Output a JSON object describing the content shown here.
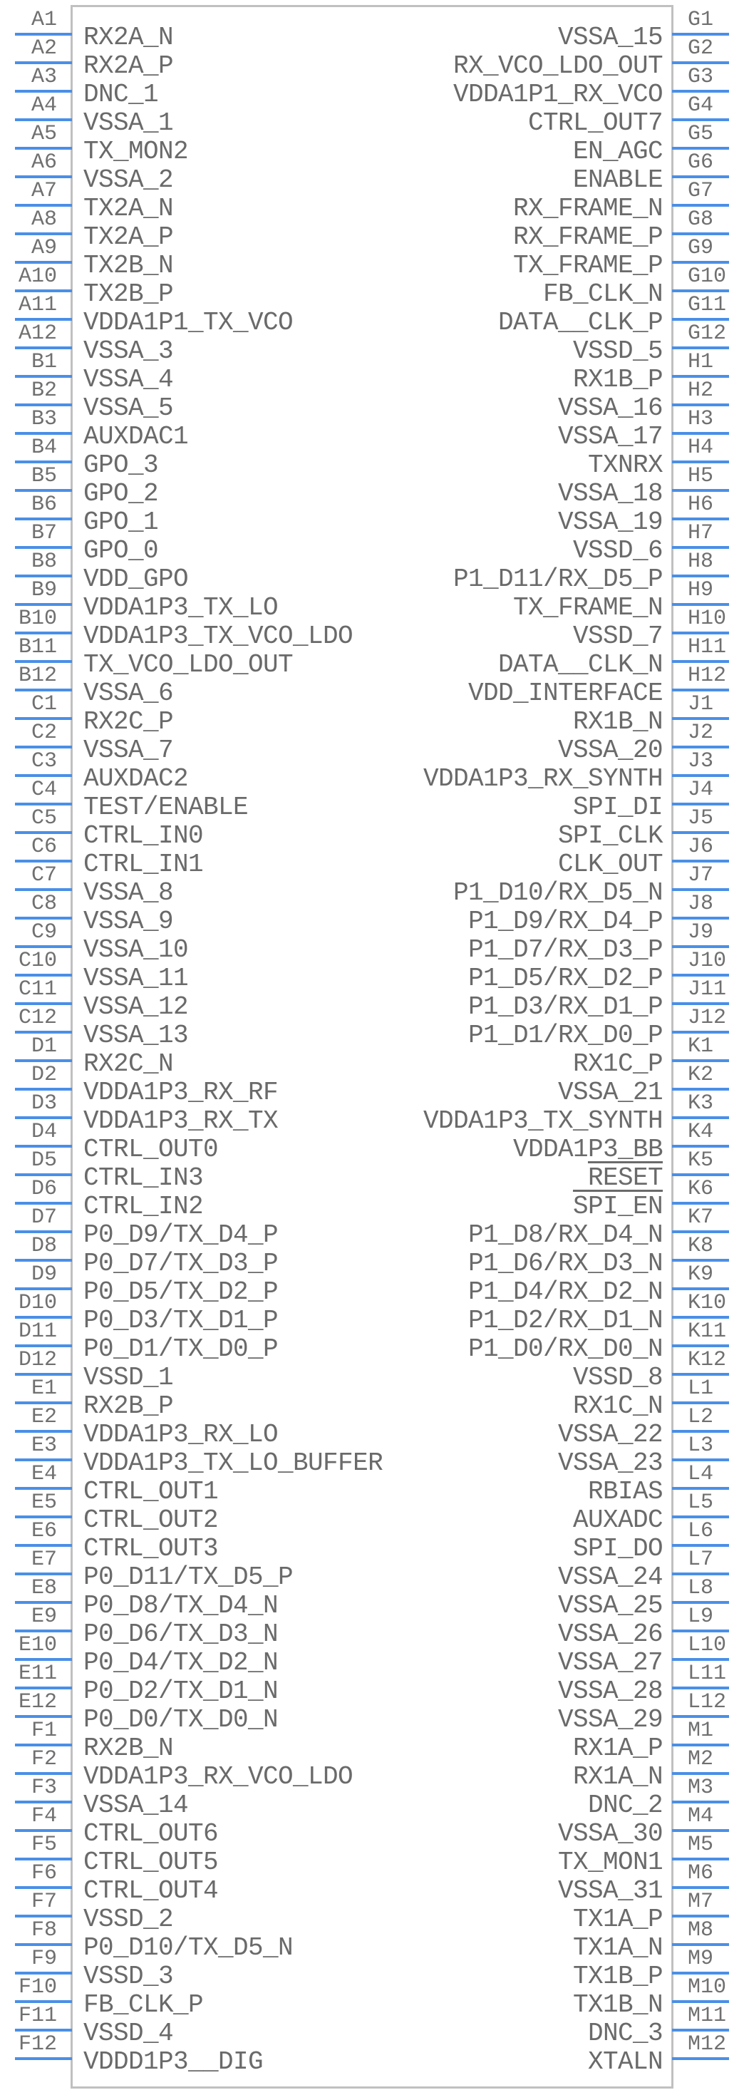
{
  "component": {
    "left_pins": [
      {
        "num": "A1",
        "name": "RX2A_N"
      },
      {
        "num": "A2",
        "name": "RX2A_P"
      },
      {
        "num": "A3",
        "name": "DNC_1"
      },
      {
        "num": "A4",
        "name": "VSSA_1"
      },
      {
        "num": "A5",
        "name": "TX_MON2"
      },
      {
        "num": "A6",
        "name": "VSSA_2"
      },
      {
        "num": "A7",
        "name": "TX2A_N"
      },
      {
        "num": "A8",
        "name": "TX2A_P"
      },
      {
        "num": "A9",
        "name": "TX2B_N"
      },
      {
        "num": "A10",
        "name": "TX2B_P"
      },
      {
        "num": "A11",
        "name": "VDDA1P1_TX_VCO"
      },
      {
        "num": "A12",
        "name": "VSSA_3"
      },
      {
        "num": "B1",
        "name": "VSSA_4"
      },
      {
        "num": "B2",
        "name": "VSSA_5"
      },
      {
        "num": "B3",
        "name": "AUXDAC1"
      },
      {
        "num": "B4",
        "name": "GPO_3"
      },
      {
        "num": "B5",
        "name": "GPO_2"
      },
      {
        "num": "B6",
        "name": "GPO_1"
      },
      {
        "num": "B7",
        "name": "GPO_0"
      },
      {
        "num": "B8",
        "name": "VDD_GPO"
      },
      {
        "num": "B9",
        "name": "VDDA1P3_TX_LO"
      },
      {
        "num": "B10",
        "name": "VDDA1P3_TX_VCO_LDO"
      },
      {
        "num": "B11",
        "name": "TX_VCO_LDO_OUT"
      },
      {
        "num": "B12",
        "name": "VSSA_6"
      },
      {
        "num": "C1",
        "name": "RX2C_P"
      },
      {
        "num": "C2",
        "name": "VSSA_7"
      },
      {
        "num": "C3",
        "name": "AUXDAC2"
      },
      {
        "num": "C4",
        "name": "TEST/ENABLE"
      },
      {
        "num": "C5",
        "name": "CTRL_IN0"
      },
      {
        "num": "C6",
        "name": "CTRL_IN1"
      },
      {
        "num": "C7",
        "name": "VSSA_8"
      },
      {
        "num": "C8",
        "name": "VSSA_9"
      },
      {
        "num": "C9",
        "name": "VSSA_10"
      },
      {
        "num": "C10",
        "name": "VSSA_11"
      },
      {
        "num": "C11",
        "name": "VSSA_12"
      },
      {
        "num": "C12",
        "name": "VSSA_13"
      },
      {
        "num": "D1",
        "name": "RX2C_N"
      },
      {
        "num": "D2",
        "name": "VDDA1P3_RX_RF"
      },
      {
        "num": "D3",
        "name": "VDDA1P3_RX_TX"
      },
      {
        "num": "D4",
        "name": "CTRL_OUT0"
      },
      {
        "num": "D5",
        "name": "CTRL_IN3"
      },
      {
        "num": "D6",
        "name": "CTRL_IN2"
      },
      {
        "num": "D7",
        "name": "P0_D9/TX_D4_P"
      },
      {
        "num": "D8",
        "name": "P0_D7/TX_D3_P"
      },
      {
        "num": "D9",
        "name": "P0_D5/TX_D2_P"
      },
      {
        "num": "D10",
        "name": "P0_D3/TX_D1_P"
      },
      {
        "num": "D11",
        "name": "P0_D1/TX_D0_P"
      },
      {
        "num": "D12",
        "name": "VSSD_1"
      },
      {
        "num": "E1",
        "name": "RX2B_P"
      },
      {
        "num": "E2",
        "name": "VDDA1P3_RX_LO"
      },
      {
        "num": "E3",
        "name": "VDDA1P3_TX_LO_BUFFER"
      },
      {
        "num": "E4",
        "name": "CTRL_OUT1"
      },
      {
        "num": "E5",
        "name": "CTRL_OUT2"
      },
      {
        "num": "E6",
        "name": "CTRL_OUT3"
      },
      {
        "num": "E7",
        "name": "P0_D11/TX_D5_P"
      },
      {
        "num": "E8",
        "name": "P0_D8/TX_D4_N"
      },
      {
        "num": "E9",
        "name": "P0_D6/TX_D3_N"
      },
      {
        "num": "E10",
        "name": "P0_D4/TX_D2_N"
      },
      {
        "num": "E11",
        "name": "P0_D2/TX_D1_N"
      },
      {
        "num": "E12",
        "name": "P0_D0/TX_D0_N"
      },
      {
        "num": "F1",
        "name": "RX2B_N"
      },
      {
        "num": "F2",
        "name": "VDDA1P3_RX_VCO_LDO"
      },
      {
        "num": "F3",
        "name": "VSSA_14"
      },
      {
        "num": "F4",
        "name": "CTRL_OUT6"
      },
      {
        "num": "F5",
        "name": "CTRL_OUT5"
      },
      {
        "num": "F6",
        "name": "CTRL_OUT4"
      },
      {
        "num": "F7",
        "name": "VSSD_2"
      },
      {
        "num": "F8",
        "name": "P0_D10/TX_D5_N"
      },
      {
        "num": "F9",
        "name": "VSSD_3"
      },
      {
        "num": "F10",
        "name": "FB_CLK_P"
      },
      {
        "num": "F11",
        "name": "VSSD_4"
      },
      {
        "num": "F12",
        "name": "VDDD1P3__DIG"
      }
    ],
    "right_pins": [
      {
        "num": "G1",
        "name": "VSSA_15"
      },
      {
        "num": "G2",
        "name": "RX_VCO_LDO_OUT"
      },
      {
        "num": "G3",
        "name": "VDDA1P1_RX_VCO"
      },
      {
        "num": "G4",
        "name": "CTRL_OUT7"
      },
      {
        "num": "G5",
        "name": "EN_AGC"
      },
      {
        "num": "G6",
        "name": "ENABLE"
      },
      {
        "num": "G7",
        "name": "RX_FRAME_N"
      },
      {
        "num": "G8",
        "name": "RX_FRAME_P"
      },
      {
        "num": "G9",
        "name": "TX_FRAME_P"
      },
      {
        "num": "G10",
        "name": "FB_CLK_N"
      },
      {
        "num": "G11",
        "name": "DATA__CLK_P"
      },
      {
        "num": "G12",
        "name": "VSSD_5"
      },
      {
        "num": "H1",
        "name": "RX1B_P"
      },
      {
        "num": "H2",
        "name": "VSSA_16"
      },
      {
        "num": "H3",
        "name": "VSSA_17"
      },
      {
        "num": "H4",
        "name": "TXNRX"
      },
      {
        "num": "H5",
        "name": "VSSA_18"
      },
      {
        "num": "H6",
        "name": "VSSA_19"
      },
      {
        "num": "H7",
        "name": "VSSD_6"
      },
      {
        "num": "H8",
        "name": "P1_D11/RX_D5_P"
      },
      {
        "num": "H9",
        "name": "TX_FRAME_N"
      },
      {
        "num": "H10",
        "name": "VSSD_7"
      },
      {
        "num": "H11",
        "name": "DATA__CLK_N"
      },
      {
        "num": "H12",
        "name": "VDD_INTERFACE"
      },
      {
        "num": "J1",
        "name": "RX1B_N"
      },
      {
        "num": "J2",
        "name": "VSSA_20"
      },
      {
        "num": "J3",
        "name": "VDDA1P3_RX_SYNTH"
      },
      {
        "num": "J4",
        "name": "SPI_DI"
      },
      {
        "num": "J5",
        "name": "SPI_CLK"
      },
      {
        "num": "J6",
        "name": "CLK_OUT"
      },
      {
        "num": "J7",
        "name": "P1_D10/RX_D5_N"
      },
      {
        "num": "J8",
        "name": "P1_D9/RX_D4_P"
      },
      {
        "num": "J9",
        "name": "P1_D7/RX_D3_P"
      },
      {
        "num": "J10",
        "name": "P1_D5/RX_D2_P"
      },
      {
        "num": "J11",
        "name": "P1_D3/RX_D1_P"
      },
      {
        "num": "J12",
        "name": "P1_D1/RX_D0_P"
      },
      {
        "num": "K1",
        "name": "RX1C_P"
      },
      {
        "num": "K2",
        "name": "VSSA_21"
      },
      {
        "num": "K3",
        "name": "VDDA1P3_TX_SYNTH"
      },
      {
        "num": "K4",
        "name": "VDDA1P3_BB"
      },
      {
        "num": "K5",
        "name": "RESET",
        "overline": true
      },
      {
        "num": "K6",
        "name": "SPI_EN",
        "overline": true
      },
      {
        "num": "K7",
        "name": "P1_D8/RX_D4_N"
      },
      {
        "num": "K8",
        "name": "P1_D6/RX_D3_N"
      },
      {
        "num": "K9",
        "name": "P1_D4/RX_D2_N"
      },
      {
        "num": "K10",
        "name": "P1_D2/RX_D1_N"
      },
      {
        "num": "K11",
        "name": "P1_D0/RX_D0_N"
      },
      {
        "num": "K12",
        "name": "VSSD_8"
      },
      {
        "num": "L1",
        "name": "RX1C_N"
      },
      {
        "num": "L2",
        "name": "VSSA_22"
      },
      {
        "num": "L3",
        "name": "VSSA_23"
      },
      {
        "num": "L4",
        "name": "RBIAS"
      },
      {
        "num": "L5",
        "name": "AUXADC"
      },
      {
        "num": "L6",
        "name": "SPI_DO"
      },
      {
        "num": "L7",
        "name": "VSSA_24"
      },
      {
        "num": "L8",
        "name": "VSSA_25"
      },
      {
        "num": "L9",
        "name": "VSSA_26"
      },
      {
        "num": "L10",
        "name": "VSSA_27"
      },
      {
        "num": "L11",
        "name": "VSSA_28"
      },
      {
        "num": "L12",
        "name": "VSSA_29"
      },
      {
        "num": "M1",
        "name": "RX1A_P"
      },
      {
        "num": "M2",
        "name": "RX1A_N"
      },
      {
        "num": "M3",
        "name": "DNC_2"
      },
      {
        "num": "M4",
        "name": "VSSA_30"
      },
      {
        "num": "M5",
        "name": "TX_MON1"
      },
      {
        "num": "M6",
        "name": "VSSA_31"
      },
      {
        "num": "M7",
        "name": "TX1A_P"
      },
      {
        "num": "M8",
        "name": "TX1A_N"
      },
      {
        "num": "M9",
        "name": "TX1B_P"
      },
      {
        "num": "M10",
        "name": "TX1B_N"
      },
      {
        "num": "M11",
        "name": "DNC_3"
      },
      {
        "num": "M12",
        "name": "XTALN"
      }
    ],
    "colors": {
      "pin": "#4a8fe7",
      "body": "#c0c0c0",
      "text": "#6a6a6a"
    }
  }
}
